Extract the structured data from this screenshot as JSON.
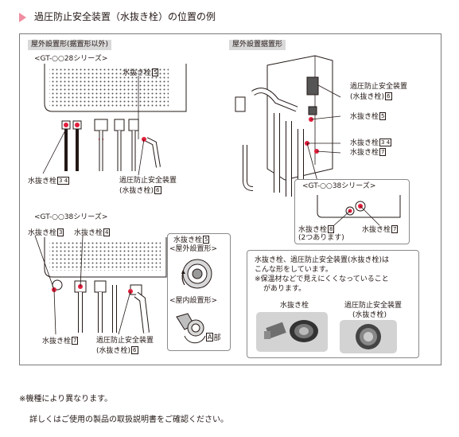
{
  "heading": "過圧防止安全装置（水抜き栓）の位置の例",
  "colors": {
    "accent_triangle": "#f08da0",
    "frame": "#7a7a7a",
    "subhead_bg": "#d9d9d9",
    "line": "#231815"
  },
  "left_panel": {
    "subhead": "屋外設置形(据置形以外)",
    "series28": "<GT-○○28シリーズ>",
    "series28_labels": {
      "drain5": "水抜き栓",
      "drain5_num": "5",
      "drain34": "水抜き栓",
      "drain34_nums": "3 4",
      "relief_line1": "過圧防止安全装置",
      "relief_line2": "(水抜き栓)",
      "relief_num": "6"
    },
    "series38": "<GT-○○38シリーズ>",
    "series38_labels": {
      "drain3": "水抜き栓",
      "drain3_num": "3",
      "drain4": "水抜き栓",
      "drain4_num": "4",
      "drain7": "水抜き栓",
      "drain7_num": "7",
      "relief_line1": "過圧防止安全装置",
      "relief_line2": "(水抜き栓)",
      "relief_num": "6"
    },
    "inset": {
      "title": "水抜き栓",
      "title_num": "5",
      "outdoor": "<屋外設置形>",
      "indoor": "<屋内設置形>",
      "a_part_box": "A",
      "a_part_suffix": "部"
    }
  },
  "right_panel": {
    "subhead": "屋外設置据置形",
    "labels": {
      "relief_line1": "過圧防止安全装置",
      "relief_line2": "(水抜き栓)",
      "relief_num": "6",
      "drain5": "水抜き栓",
      "drain5_num": "5",
      "drain34": "水抜き栓",
      "drain34_nums": "3 4",
      "drain7": "水抜き栓",
      "drain7_num": "7"
    },
    "series38": {
      "title": "<GT-○○38シリーズ>",
      "drain8": "水抜き栓",
      "drain8_num": "8",
      "drain8_note": "(2つあります)",
      "drain7": "水抜き栓",
      "drain7_num": "7"
    },
    "explanation": {
      "line1": "水抜き栓、過圧防止安全装置(水抜き栓)は",
      "line2": "こんな形をしています。",
      "line3": "※保温材などで見えにくくなっていること",
      "line4": "があります。",
      "drain_label": "水抜き栓",
      "relief_line1": "過圧防止安全装置",
      "relief_line2": "(水抜き栓)"
    }
  },
  "footnote": {
    "line1": "※機種により異なります。",
    "line2": "詳しくはご使用の製品の取扱説明書をご確認ください。"
  }
}
